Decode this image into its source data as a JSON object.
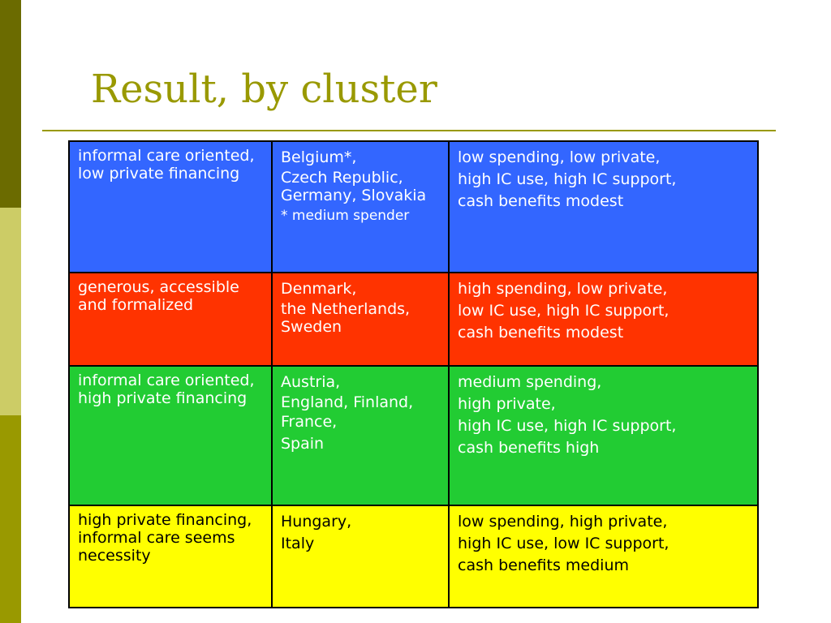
{
  "title": "Result, by cluster",
  "colors": {
    "title": "#999900",
    "sidebar_top": "#6b6b00",
    "sidebar_mid": "#cccc66",
    "sidebar_bottom": "#999900",
    "row_blue": "#3366ff",
    "row_red": "#ff3300",
    "row_green": "#22cc33",
    "row_yellow": "#ffff00"
  },
  "rows": [
    {
      "cluster": "informal care oriented, low private financing",
      "countries": [
        "Belgium*,",
        "Czech Republic, Germany, Slovakia"
      ],
      "note": "* medium spender",
      "characteristics": [
        "low spending, low private,",
        "high IC use, high IC support,",
        "cash benefits modest"
      ]
    },
    {
      "cluster": "generous, accessible and formalized",
      "countries": [
        "Denmark,",
        "the Netherlands, Sweden"
      ],
      "characteristics": [
        "high spending, low private,",
        "low IC use, high IC support,",
        "cash benefits modest"
      ]
    },
    {
      "cluster": "informal care oriented, high private financing",
      "countries": [
        "Austria,",
        "England, Finland,",
        "France,",
        "Spain"
      ],
      "characteristics": [
        "medium spending,",
        "high private,",
        "high IC use, high IC support,",
        "cash benefits high"
      ]
    },
    {
      "cluster": "high private financing, informal care seems necessity",
      "countries": [
        "Hungary,",
        "Italy"
      ],
      "characteristics": [
        "low spending, high private,",
        "high IC use, low IC support,",
        "cash benefits medium"
      ]
    }
  ]
}
